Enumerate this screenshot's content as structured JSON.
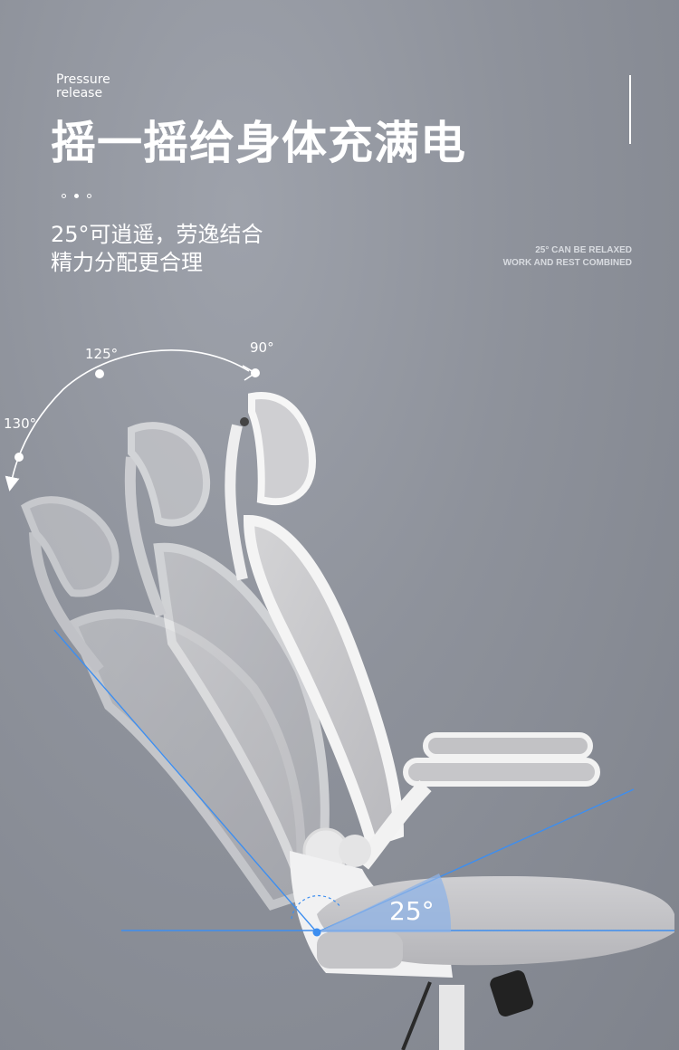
{
  "header": {
    "en_line1": "Pressure",
    "en_line2": "release",
    "title": "摇一摇给身体充满电"
  },
  "subtitle": {
    "line1": "25°可逍遥，劳逸结合",
    "line2": "精力分配更合理"
  },
  "note": {
    "line1": "25° CAN BE RELAXED",
    "line2": "WORK AND REST COMBINED"
  },
  "angles": {
    "a90": "90°",
    "a125": "125°",
    "a130": "130°",
    "tilt": "25°"
  },
  "colors": {
    "background": "#8e929b",
    "accent_line": "#3d8ef0",
    "angle_fill": "#8fb3e6",
    "chair_frame": "#f2f2f2",
    "mesh": "#c9c9cc"
  }
}
